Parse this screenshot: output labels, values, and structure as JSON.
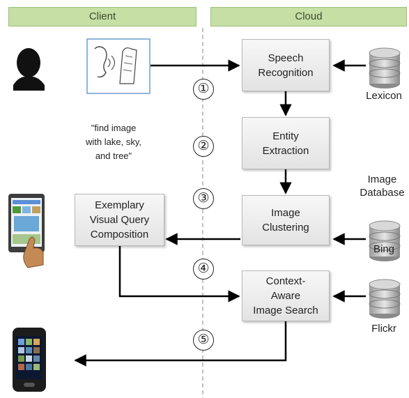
{
  "headers": {
    "client": "Client",
    "cloud": "Cloud"
  },
  "boxes": {
    "speech_recognition": "Speech\nRecognition",
    "entity_extraction": "Entity\nExtraction",
    "image_clustering": "Image\nClustering",
    "context_aware_search": "Context-\nAware\nImage Search",
    "visual_query": "Exemplary\nVisual Query\nComposition"
  },
  "steps": [
    "①",
    "②",
    "③",
    "④",
    "⑤"
  ],
  "databases": {
    "lexicon": "Lexicon",
    "image_database": "Image\nDatabase",
    "bing": "Bing",
    "flickr": "Flickr"
  },
  "query_text": "\"find image\nwith lake, sky,\nand tree\"",
  "icons": [
    "user-silhouette-icon",
    "speech-hand-sketch-icon",
    "tablet-touch-icon",
    "smartphone-icon",
    "database-icon"
  ],
  "colors": {
    "header_fill": "#c6dfa5",
    "box_fill": "#ececec",
    "arrow": "#000000",
    "divider": "#999999"
  }
}
